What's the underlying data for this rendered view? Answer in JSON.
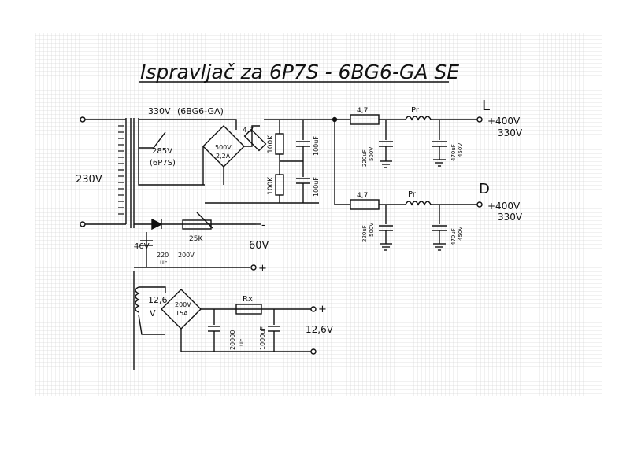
{
  "title": "Ispravljač za 6P7S - 6BG6-GA SE",
  "labels": {
    "mains": "230V",
    "tap_330": "330V",
    "tap_330_tube": "(6BG6-GA)",
    "tap_285": "285V",
    "tap_285_tube": "(6P7S)",
    "bridge1_v": "500V",
    "bridge1_a": "2,2A",
    "r_series": "4,7",
    "r_100k_top": "100K",
    "r_100k_bot": "100K",
    "c_100uf_a": "100uF",
    "c_100uf_b": "100uF",
    "left_ch": "L",
    "right_ch": "D",
    "r_L": "4,7",
    "r_D": "4,7",
    "choke_L": "Pr",
    "choke_D": "Pr",
    "c_L1_val": "220uF",
    "c_L1_v": "500V",
    "c_L2_val": "470uF",
    "c_L2_v": "450V",
    "c_D1_val": "220uF",
    "c_D1_v": "500V",
    "c_D2_val": "470uF",
    "c_D2_v": "450V",
    "out_L_1": "+400V",
    "out_L_2": "330V",
    "out_D_1": "+400V",
    "out_D_2": "330V",
    "bias_v": "46V",
    "bias_pot": "25K",
    "bias_cap": "220",
    "bias_cap_v": "200V",
    "bias_cap_unit": "uF",
    "bias_out": "60V",
    "bias_minus": "-",
    "bias_plus": "+",
    "fil_v": "12,6",
    "fil_unit": "V",
    "bridge2_v": "200V",
    "bridge2_a": "15A",
    "fil_rx": "Rx",
    "fil_c1": "20000",
    "fil_c1_unit": "uF",
    "fil_c2": "1000uF",
    "fil_plus": "+",
    "fil_out": "12,6V"
  },
  "colors": {
    "ink": "#111111",
    "grid": "#c8c8c8"
  }
}
